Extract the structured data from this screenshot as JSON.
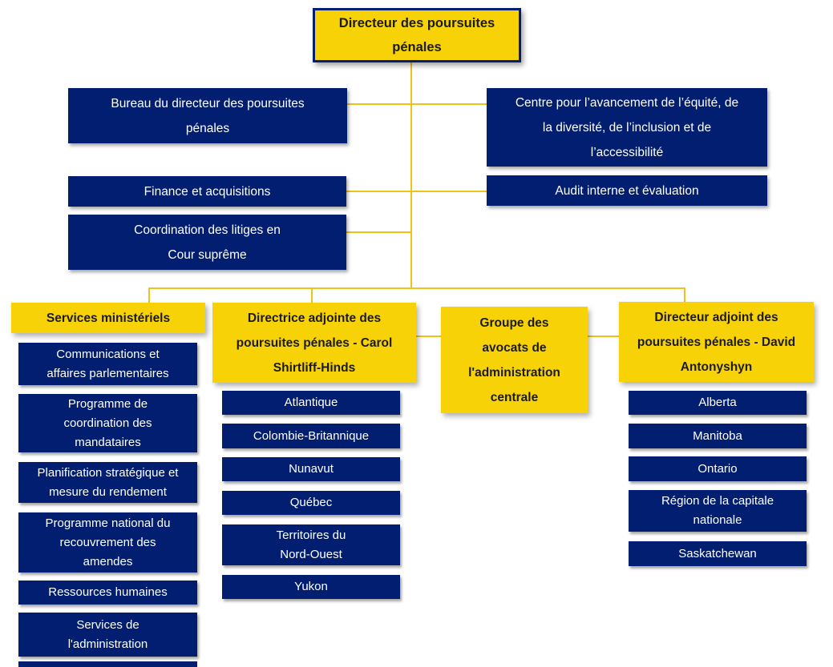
{
  "colors": {
    "navy": "#021E70",
    "yellow": "#F7D206",
    "connector": "#EFC319",
    "text_on_navy": "#FFFFFF",
    "text_on_yellow": "#1B1B1B"
  },
  "chart": {
    "root": "Directeur des poursuites pénales",
    "level2": {
      "bureau": "Bureau du directeur des poursuites pénales",
      "centre": "Centre pour l’avancement de l’équité, de la diversité, de l’inclusion et de l’accessibilité",
      "finance": "Finance et acquisitions",
      "audit": "Audit interne et évaluation",
      "coordination": "Coordination des litiges en Cour suprême"
    },
    "branches": [
      {
        "title": "Services ministériels",
        "children": [
          "Communications et affaires parlementaires",
          "Programme de coordination des mandataires",
          "Planification stratégique et mesure du rendement",
          "Programme national du recouvrement des amendes",
          "Ressources humaines",
          "Services de l'administration"
        ]
      },
      {
        "title": "Directrice adjointe des poursuites pénales - Carol Shirtliff-Hinds",
        "children": [
          "Atlantique",
          "Colombie-Britannique",
          "Nunavut",
          "Québec",
          "Territoires du Nord-Ouest",
          "Yukon"
        ]
      },
      {
        "title": "Groupe des avocats de l'administration centrale",
        "children": []
      },
      {
        "title": "Directeur adjoint des poursuites pénales - David Antonyshyn",
        "children": [
          "Alberta",
          "Manitoba",
          "Ontario",
          "Région de la capitale nationale",
          "Saskatchewan"
        ]
      }
    ]
  }
}
